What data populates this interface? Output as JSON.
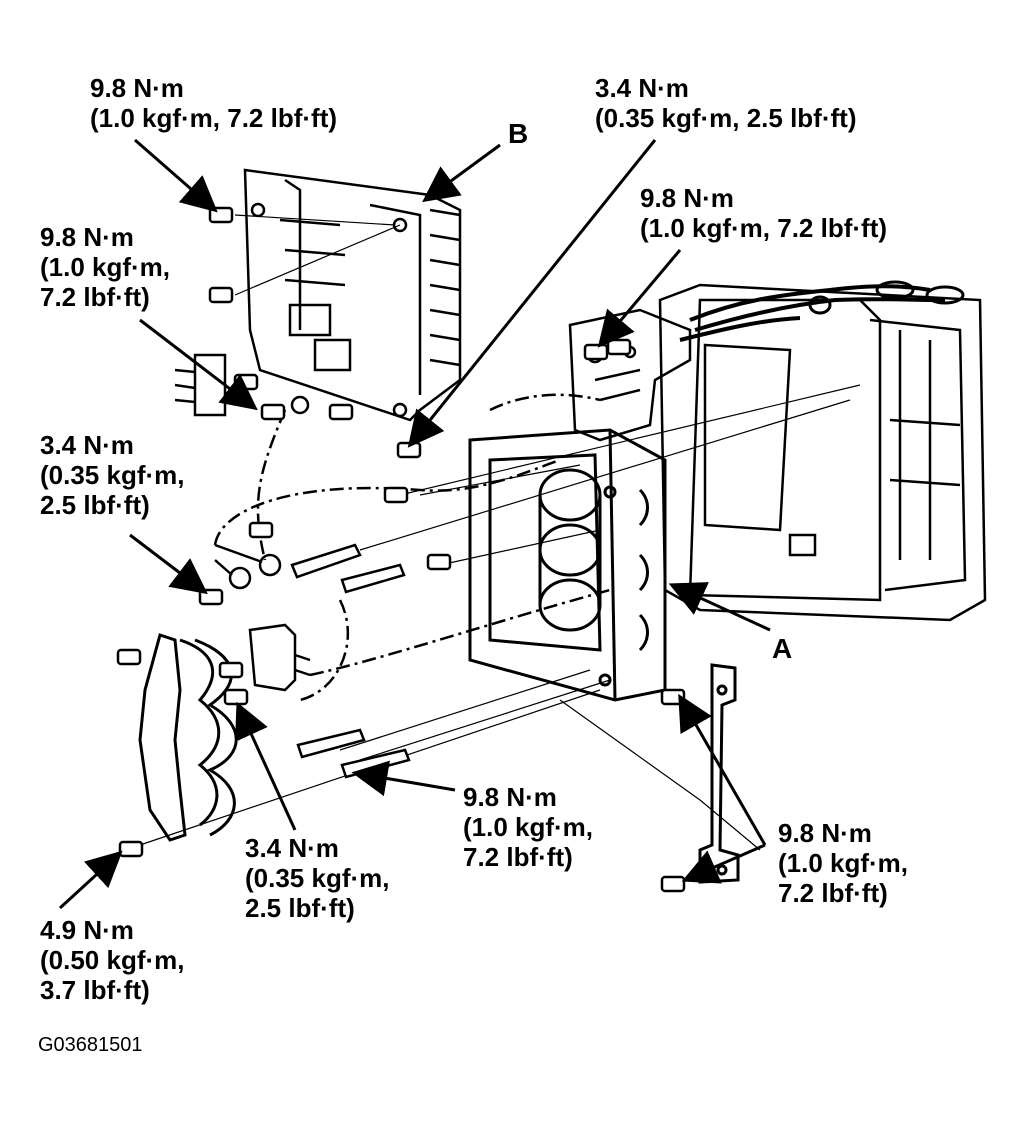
{
  "figure_id": "G03681501",
  "component_labels": {
    "a": "A",
    "b": "B"
  },
  "torque_labels": {
    "top_left": [
      "9.8 N·m",
      "(1.0 kgf·m, 7.2 lbf·ft)"
    ],
    "left_upper": [
      "9.8 N·m",
      "(1.0 kgf·m,",
      "7.2 lbf·ft)"
    ],
    "top_center": [
      "3.4 N·m",
      "(0.35 kgf·m, 2.5 lbf·ft)"
    ],
    "right_upper": [
      "9.8 N·m",
      "(1.0 kgf·m, 7.2 lbf·ft)"
    ],
    "left_middle": [
      "3.4 N·m",
      "(0.35 kgf·m,",
      "2.5 lbf·ft)"
    ],
    "center_lower": [
      "9.8 N·m",
      "(1.0 kgf·m,",
      "7.2 lbf·ft)"
    ],
    "right_lower": [
      "9.8 N·m",
      "(1.0 kgf·m,",
      "7.2 lbf·ft)"
    ],
    "bottom_center": [
      "3.4 N·m",
      "(0.35 kgf·m,",
      "2.5 lbf·ft)"
    ],
    "bottom_left": [
      "4.9 N·m",
      "(0.50 kgf·m,",
      "3.7 lbf·ft)"
    ]
  }
}
